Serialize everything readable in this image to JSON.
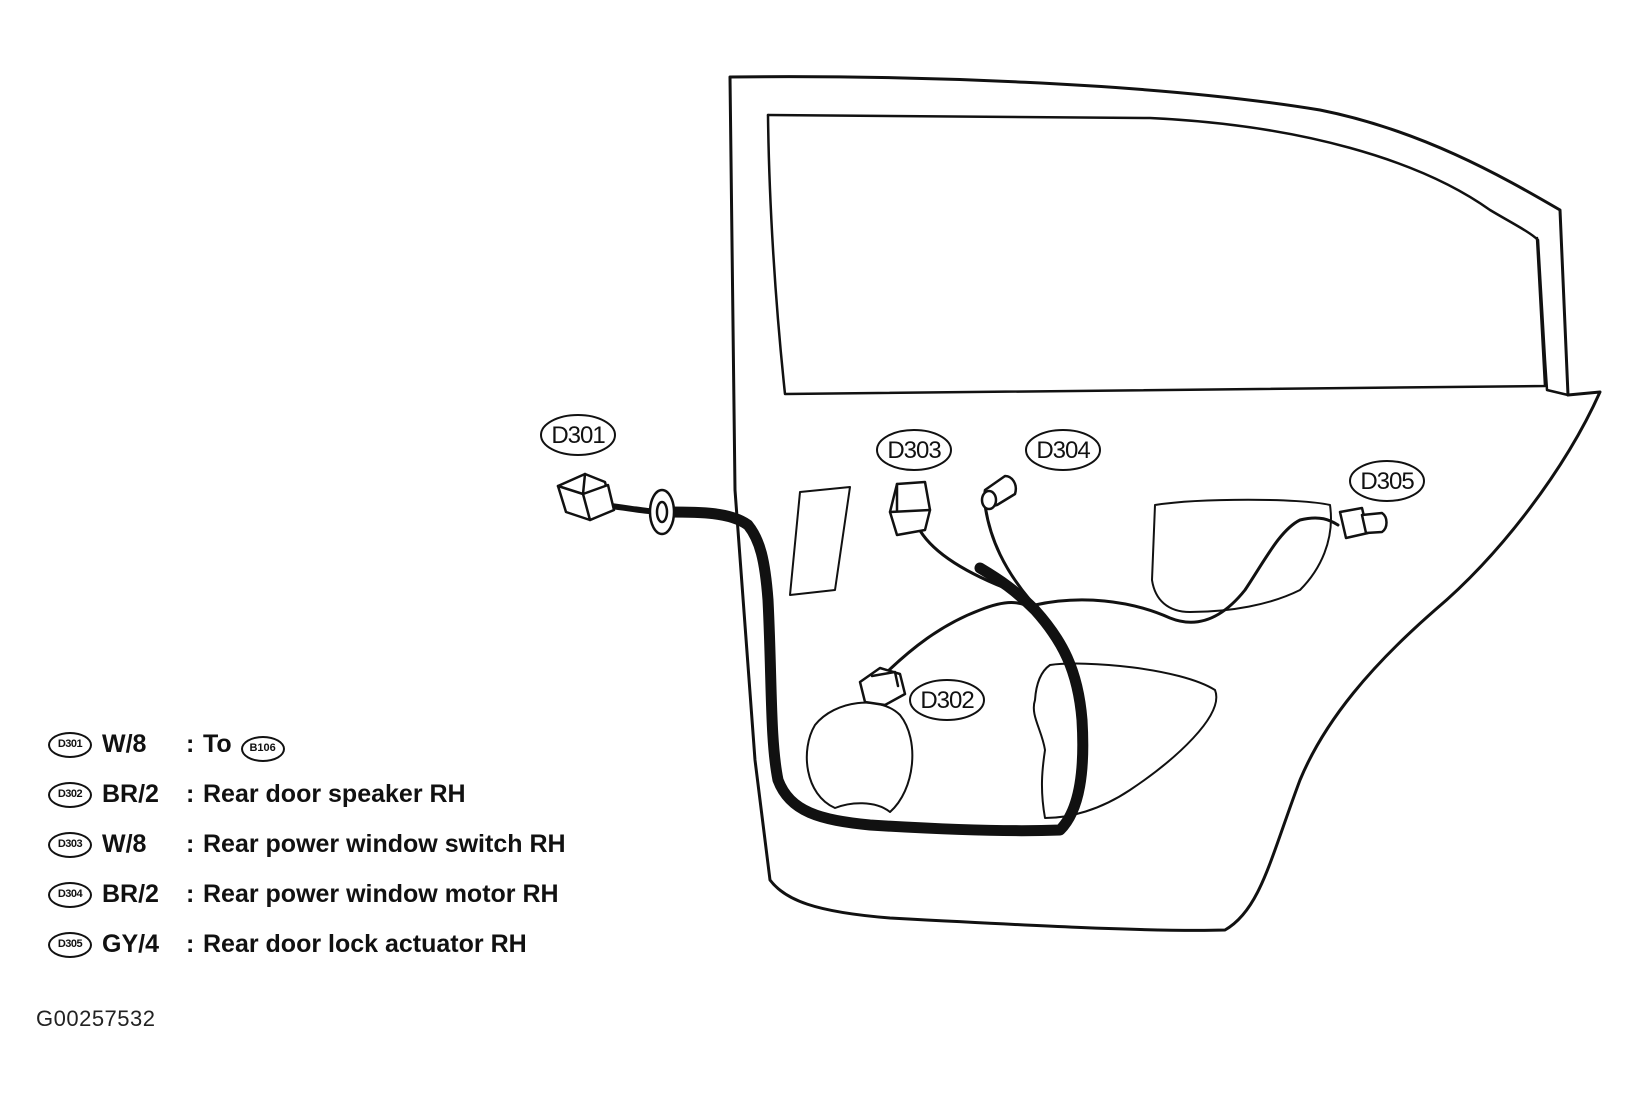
{
  "callouts": {
    "d301": "D301",
    "d302": "D302",
    "d303": "D303",
    "d304": "D304",
    "d305": "D305"
  },
  "legend": [
    {
      "id": "D301",
      "code": "W/8",
      "sep": ":",
      "desc": "To",
      "ref": "B106"
    },
    {
      "id": "D302",
      "code": "BR/2",
      "sep": ":",
      "desc": "Rear door speaker RH"
    },
    {
      "id": "D303",
      "code": "W/8",
      "sep": ":",
      "desc": "Rear power window switch RH"
    },
    {
      "id": "D304",
      "code": "BR/2",
      "sep": ":",
      "desc": "Rear power window motor RH"
    },
    {
      "id": "D305",
      "code": "GY/4",
      "sep": ":",
      "desc": "Rear door lock actuator RH"
    }
  ],
  "figure_id": "G00257532"
}
